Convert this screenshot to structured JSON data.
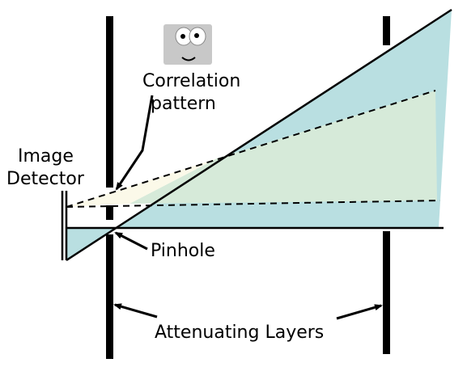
{
  "labels": {
    "image_detector_line1": "Image",
    "image_detector_line2": "Detector",
    "correlation_line1": "Correlation",
    "correlation_line2": "pattern",
    "pinhole": "Pinhole",
    "attenuating_layers": "Attenuating Layers"
  },
  "icons": {
    "face": "smiley-face-icon"
  },
  "colors": {
    "large_cone_fill": "#b9dfe1",
    "inner_cone_fill": "#d6ead9",
    "small_cone_fill": "#fbf9e9",
    "face_background": "#c8c8c8",
    "ink": "#000000"
  }
}
